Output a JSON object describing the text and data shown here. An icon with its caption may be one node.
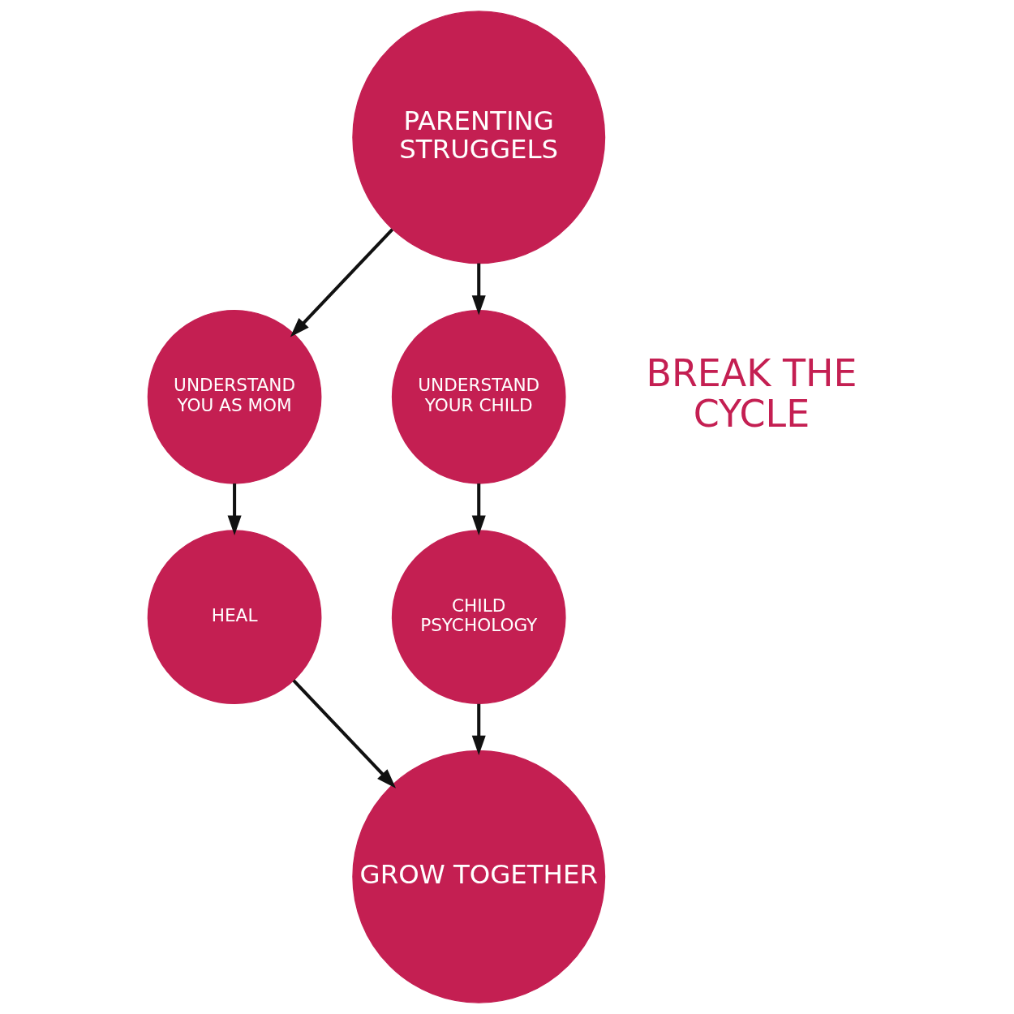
{
  "diagram": {
    "nodes": [
      {
        "text": [
          "PARENTING STRUGGELS"
        ]
      },
      {
        "text": [
          "UNDERSTAND YOU AS MOM"
        ]
      },
      {
        "text": [
          "UNDERSTAND YOUR CHILD"
        ]
      },
      {
        "text": [
          "HEAL"
        ]
      },
      {
        "text": [
          "CHILD PSYCHOLOGY"
        ]
      },
      {
        "text": [
          "GROW TOGETHER"
        ]
      }
    ],
    "edges": [
      {
        "from": 0,
        "to": 1,
        "arrow": "to"
      },
      {
        "from": 0,
        "to": 2,
        "arrow": "to"
      },
      {
        "from": 1,
        "to": 3,
        "arrow": "to"
      },
      {
        "from": 2,
        "to": 4,
        "arrow": "to"
      },
      {
        "from": 3,
        "to": 5,
        "arrow": "to"
      },
      {
        "from": 4,
        "to": 5,
        "arrow": "to"
      }
    ],
    "labels": [
      "BREAK THE CYCLE"
    ]
  }
}
